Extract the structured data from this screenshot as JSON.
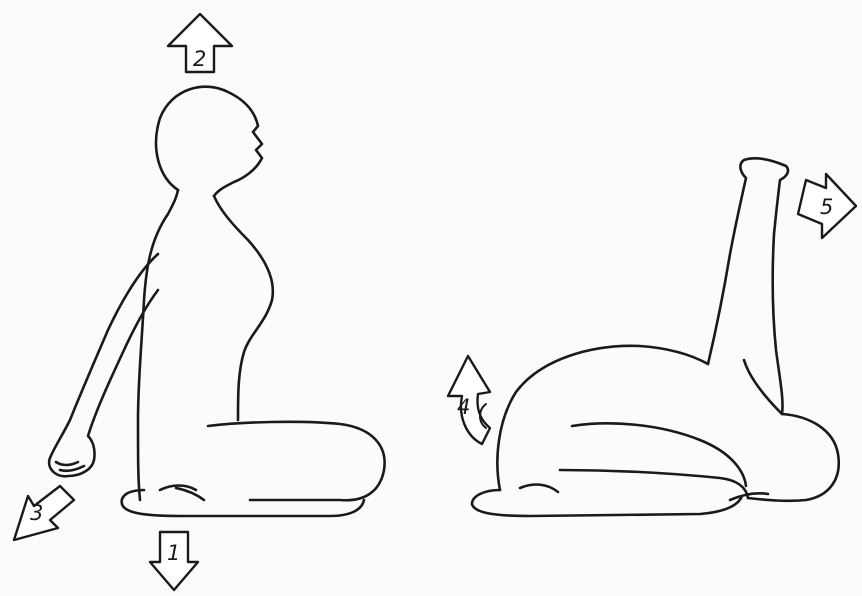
{
  "figure": {
    "background": "#fbfbfb",
    "line_color": "#1a1a1a",
    "arrows": [
      {
        "id": "arrow-1",
        "label": "1",
        "direction": "down"
      },
      {
        "id": "arrow-2",
        "label": "2",
        "direction": "up"
      },
      {
        "id": "arrow-3",
        "label": "3",
        "direction": "down-left"
      },
      {
        "id": "arrow-4",
        "label": "4",
        "direction": "curved-up"
      },
      {
        "id": "arrow-5",
        "label": "5",
        "direction": "right"
      }
    ]
  }
}
